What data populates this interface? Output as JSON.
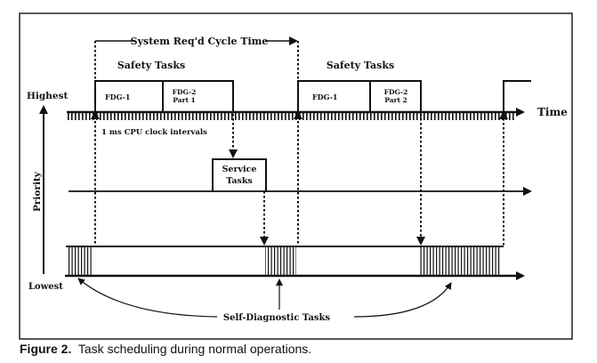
{
  "diagram": {
    "cycle_time_label": "System Req'd Cycle Time",
    "safety_tasks_label_1": "Safety Tasks",
    "safety_tasks_label_2": "Safety Tasks",
    "fdg1_a": "FDG-1",
    "fdg2_part1_line1": "FDG-2",
    "fdg2_part1_line2": "Part 1",
    "fdg1_b": "FDG-1",
    "fdg2_part2_line1": "FDG-2",
    "fdg2_part2_line2": "Part 2",
    "highest_label": "Highest",
    "lowest_label": "Lowest",
    "priority_label": "Priority",
    "time_label": "Time",
    "clock_label": "1 ms CPU clock intervals",
    "service_line1": "Service",
    "service_line2": "Tasks",
    "self_diag_label": "Self-Diagnostic Tasks"
  },
  "caption": {
    "number": "Figure 2.",
    "text": "Task scheduling during normal operations."
  }
}
